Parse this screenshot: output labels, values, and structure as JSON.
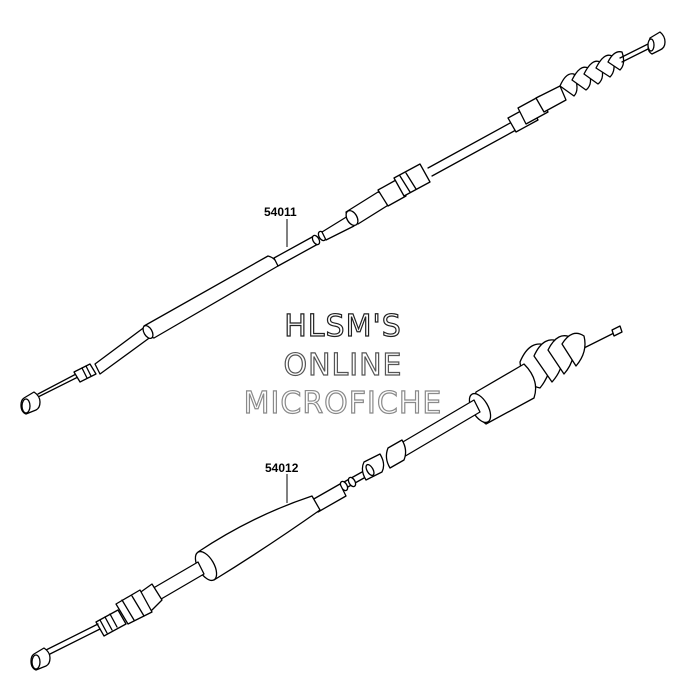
{
  "parts": [
    {
      "number": "54011"
    },
    {
      "number": "54012"
    }
  ],
  "watermark": {
    "line1": "HLSM'S",
    "line2": "ONLINE",
    "line3": "MICROFICHE"
  },
  "colors": {
    "line": "#000000",
    "background": "#ffffff"
  }
}
